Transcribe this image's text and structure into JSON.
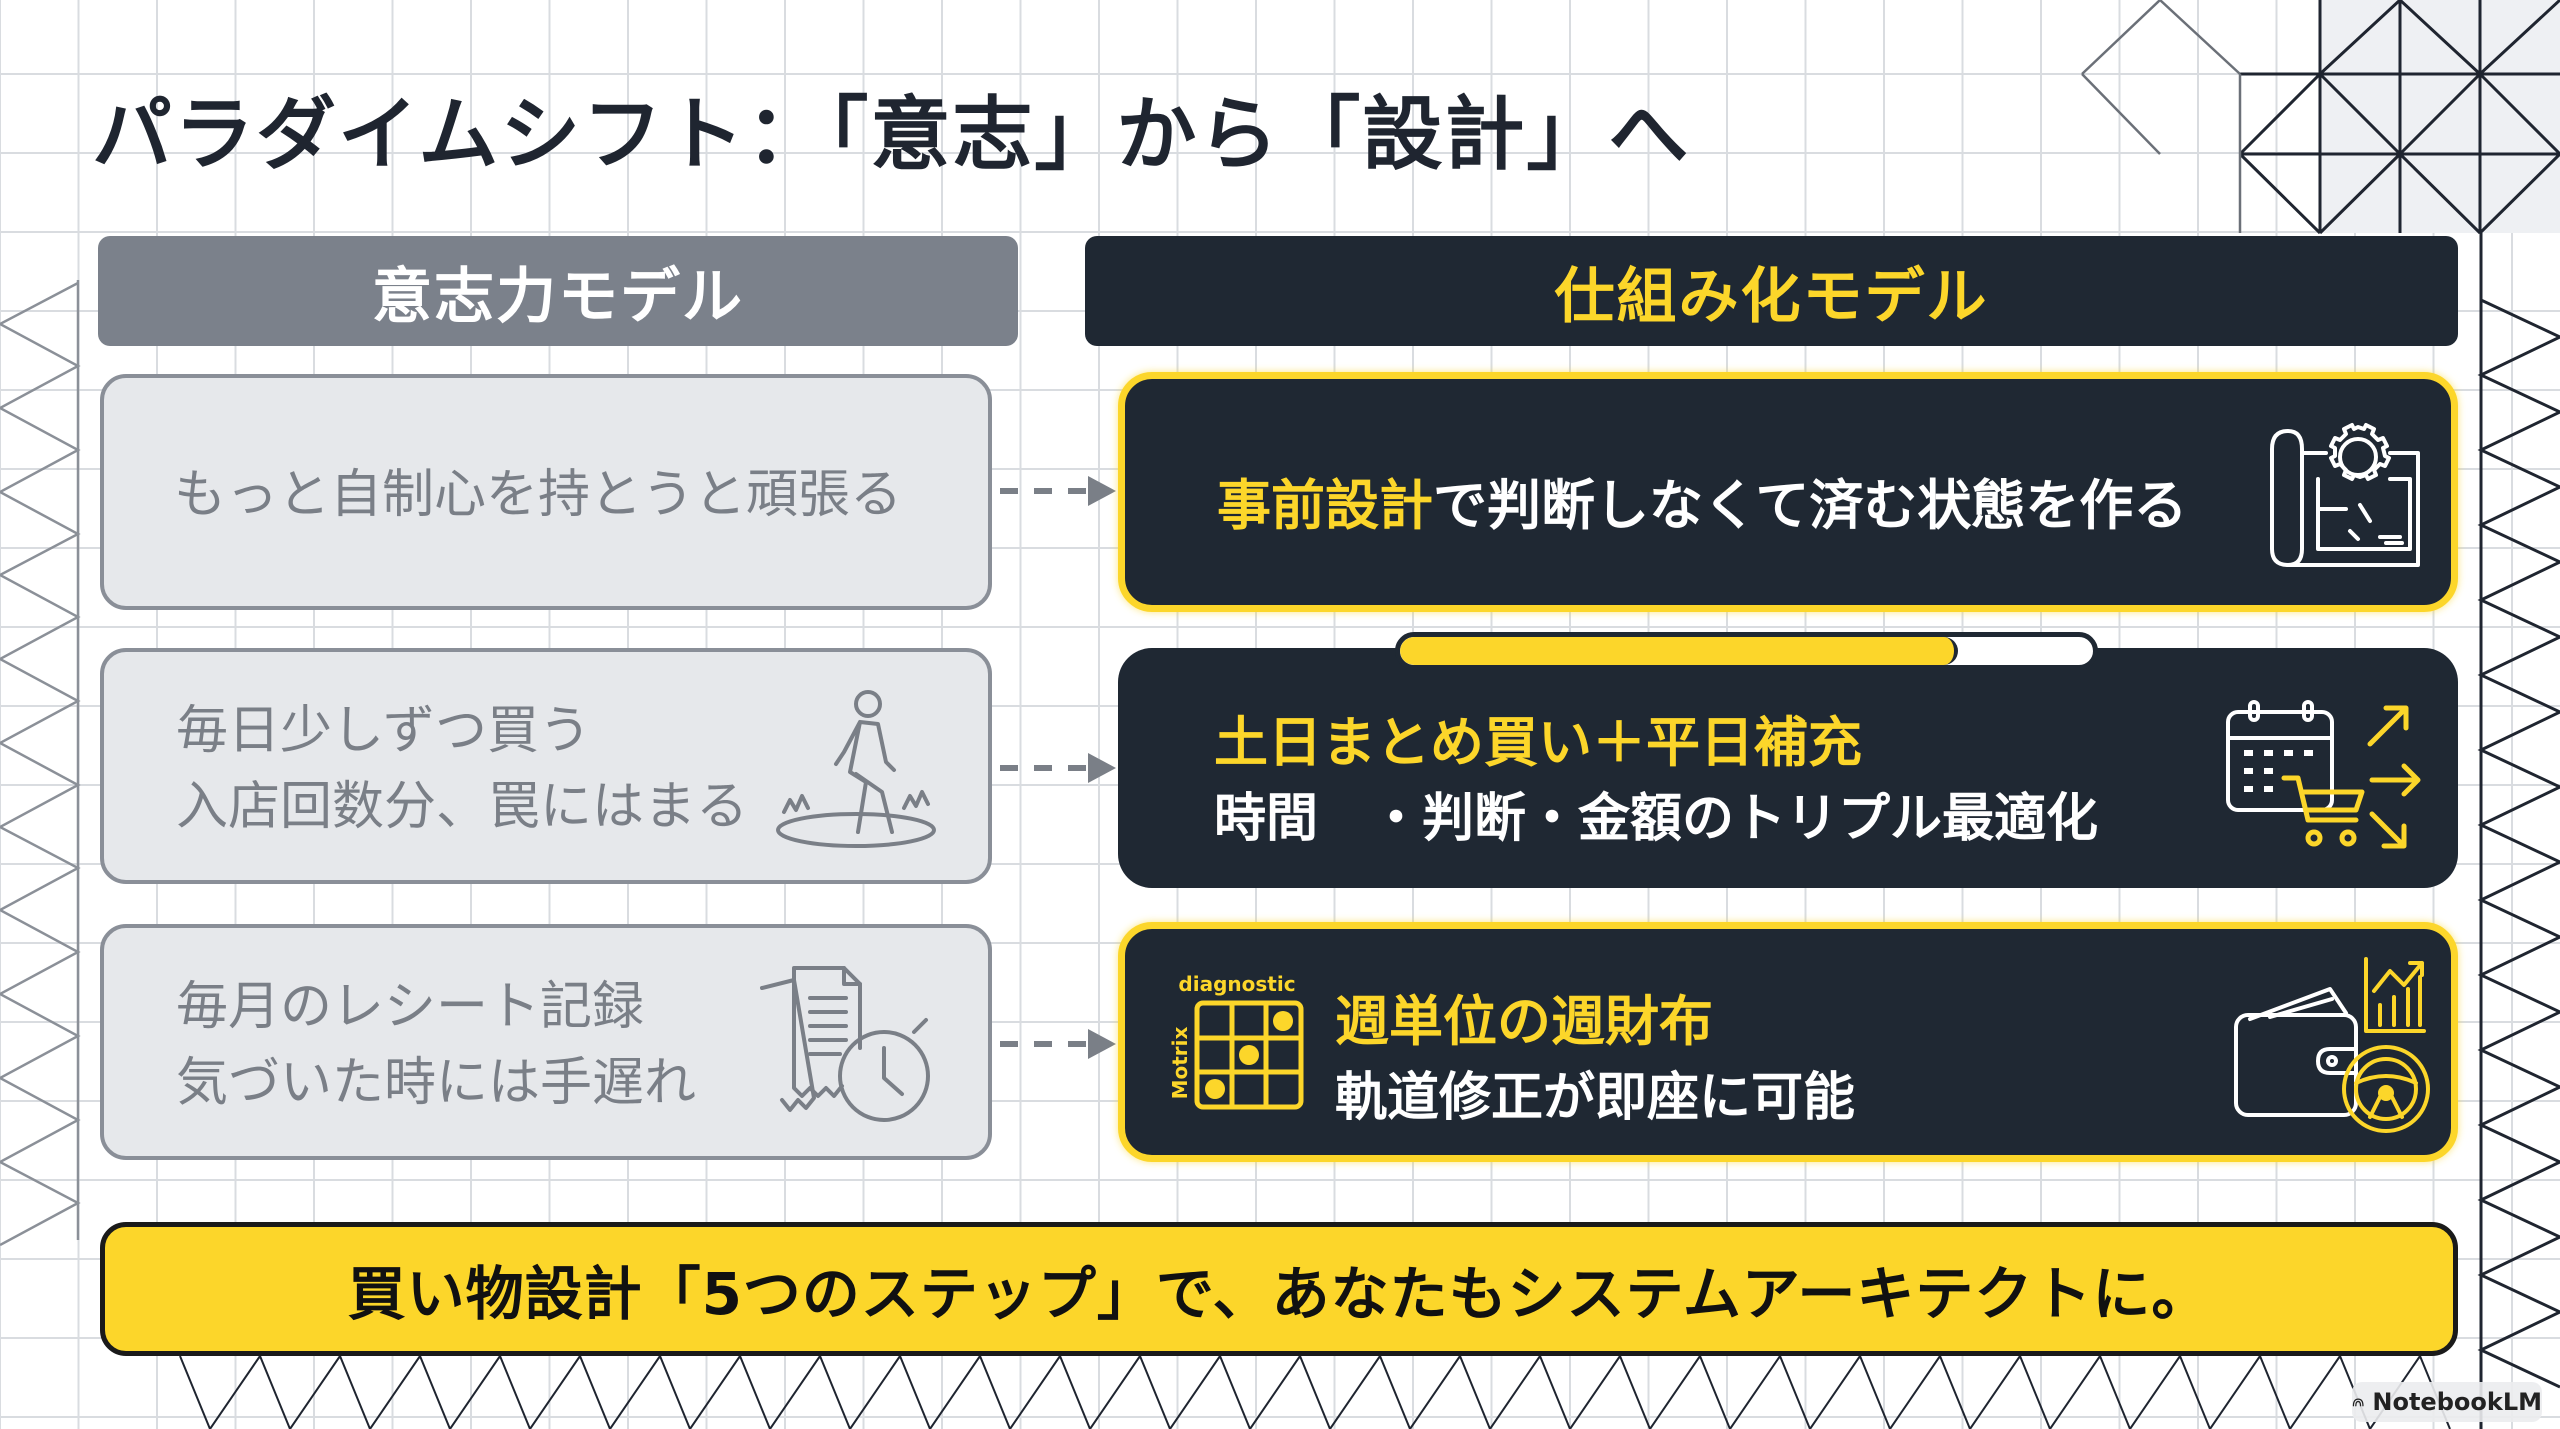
{
  "slide": {
    "title": "パラダイムシフト：「意志」から「設計」へ"
  },
  "columns": {
    "left": {
      "header": "意志力モデル"
    },
    "right": {
      "header": "仕組み化モデル"
    }
  },
  "rows": [
    {
      "left": {
        "lines": [
          "もっと自制心を持とうと頑張る"
        ],
        "icon": ""
      },
      "right": {
        "highlight": "事前設計",
        "rest": "で判断しなくて済む状態を作る",
        "icon": "blueprint-gear-icon",
        "bordered": true
      }
    },
    {
      "left": {
        "lines": [
          "毎日少しずつ買う",
          "入店回数分、罠にはまる"
        ],
        "icon": "walking-trap-icon"
      },
      "right": {
        "title": "土日まとめ買い＋平日補充",
        "subtitle": "時間　・判断・金額のトリプル最適化",
        "icon": "calendar-cart-arrows-icon",
        "bordered": false,
        "progress_percent": 80
      }
    },
    {
      "left": {
        "lines": [
          "毎月のレシート記録",
          "気づいた時には手遅れ"
        ],
        "icon": "receipts-clock-icon"
      },
      "right": {
        "title": "週単位の週財布",
        "subtitle": "軌道修正が即座に可能",
        "matrix_top_label": "diagnostic",
        "matrix_side_label": "Motrix",
        "icon": "wallet-chart-steering-icon",
        "bordered": true
      }
    }
  ],
  "banner": {
    "text": "買い物設計「5つのステップ」で、あなたもシステムアーキテクトに。"
  },
  "watermark": {
    "text": "NotebookLM"
  },
  "colors": {
    "accent_yellow": "#fcd62a",
    "dark_navy": "#1f2833",
    "gray_header": "#7b818b",
    "light_box": "#e6e8eb",
    "muted_text": "#7a7f87"
  }
}
